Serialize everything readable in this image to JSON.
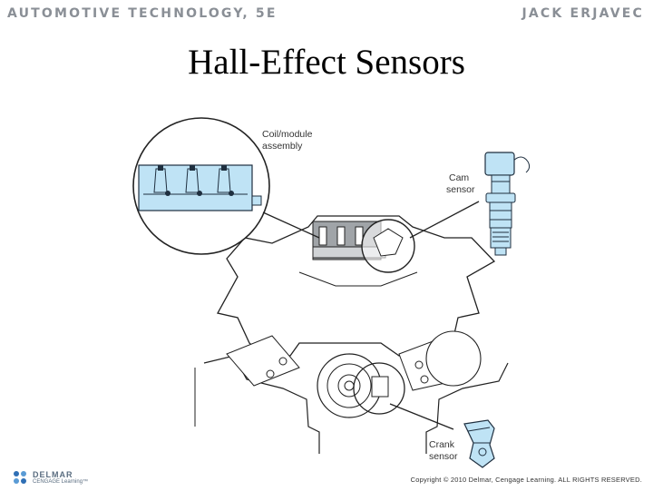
{
  "header": {
    "book_title": "AUTOMOTIVE TECHNOLOGY, 5E",
    "author": "JACK ERJAVEC"
  },
  "slide": {
    "title": "Hall-Effect Sensors"
  },
  "diagram": {
    "labels": {
      "coil_module_line1": "Coil/module",
      "coil_module_line2": "assembly",
      "cam_line1": "Cam",
      "cam_line2": "sensor",
      "crank_line1": "Crank",
      "crank_line2": "sensor"
    },
    "colors": {
      "component_fill": "#bfe3f5",
      "component_stroke": "#1f2f3f",
      "outline": "#222222"
    }
  },
  "footer": {
    "logo_main": "DELMAR",
    "logo_sub": "CENGAGE Learning™",
    "copyright": "Copyright © 2010 Delmar, Cengage Learning. ALL RIGHTS RESERVED."
  }
}
